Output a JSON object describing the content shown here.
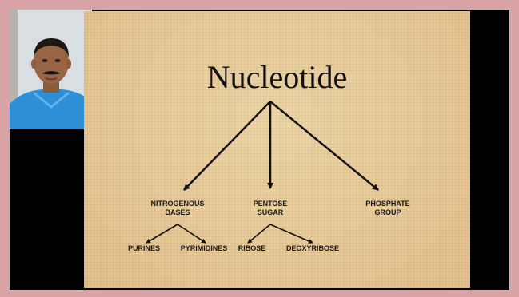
{
  "diagram": {
    "title": "Nucleotide",
    "branches": [
      {
        "line1": "NITROGENOUS",
        "line2": "BASES"
      },
      {
        "line1": "PENTOSE",
        "line2": "SUGAR"
      },
      {
        "line1": "PHOSPHATE",
        "line2": "GROUP"
      }
    ],
    "bases_children": [
      "PURINES",
      "PYRIMIDINES"
    ],
    "sugar_children": [
      "RIBOSE",
      "DEOXYRIBOSE"
    ]
  },
  "colors": {
    "frame": "#d8a4a6",
    "slide_background": "#e6c996",
    "text": "#111111"
  }
}
